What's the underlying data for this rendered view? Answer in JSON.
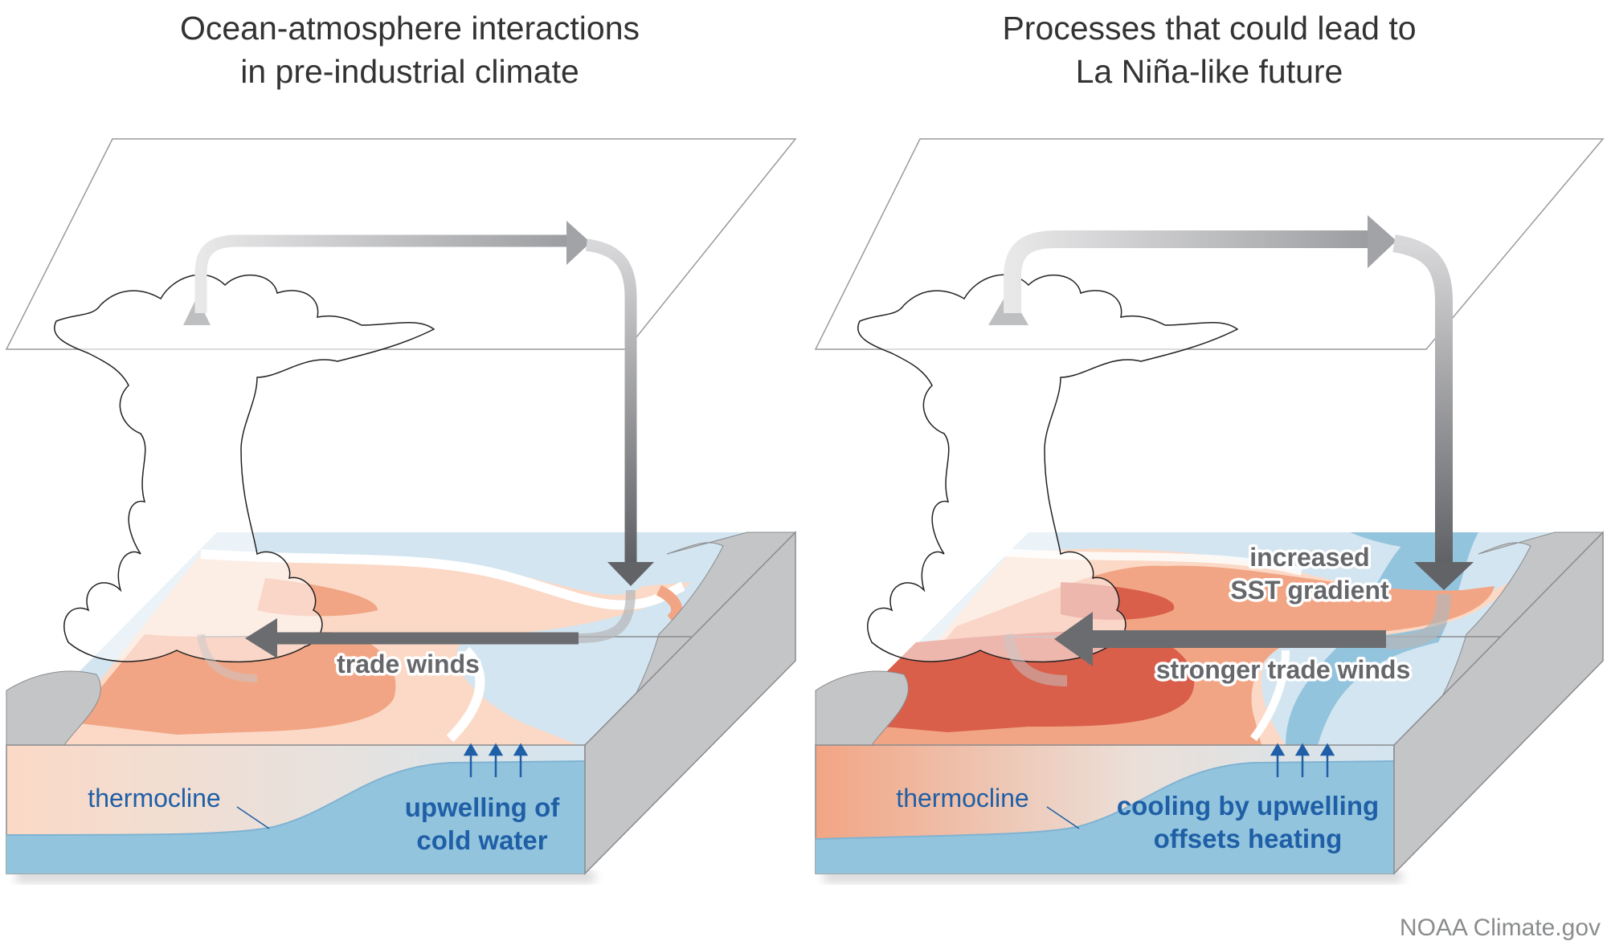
{
  "panels": [
    {
      "id": "pre-industrial",
      "title_lines": [
        "Ocean-atmosphere interactions",
        "in pre-industrial climate"
      ],
      "labels": {
        "winds": "trade winds",
        "thermocline": "thermocline",
        "upwelling_line1": "upwelling of",
        "upwelling_line2": "cold water"
      }
    },
    {
      "id": "la-nina-like-future",
      "title_lines": [
        "Processes that could lead to",
        "La Niña-like future"
      ],
      "labels": {
        "gradient_line1": "increased",
        "gradient_line2": "SST gradient",
        "winds": "stronger trade winds",
        "thermocline": "thermocline",
        "upwelling_line1": "cooling by upwelling",
        "upwelling_line2": "offsets heating"
      }
    }
  ],
  "credit": "NOAA Climate.gov",
  "colors": {
    "warm_light": "#fbd9c6",
    "warm_mid": "#f2a584",
    "warm_strong": "#d95f4a",
    "cool_light": "#d3e5f0",
    "cool_mid": "#93c4de",
    "land": "#c4c5c7",
    "arrow": "#6b6c70",
    "label_blue": "#1f5fa6"
  }
}
